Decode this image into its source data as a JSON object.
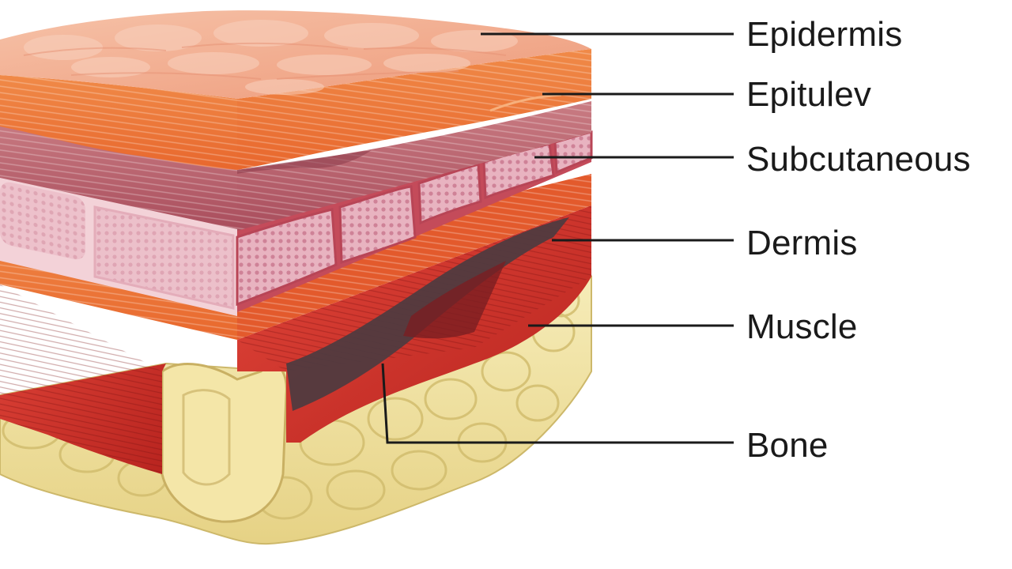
{
  "diagram": {
    "labels": [
      "Epidermis",
      "Epitulev",
      "Subcutaneous",
      "Dermis",
      "Muscle",
      "Bone"
    ]
  },
  "colors": {
    "epidermis_top": "#f2b093",
    "orange_layer": "#ee7a3c",
    "dermis_band": "#b45a68",
    "fat_cells": "#e9b6c3",
    "muscle_red": "#d3322a",
    "tendon_dark": "#4a3a3e",
    "bone_yellow": "#f1e3a3",
    "leader_line": "#1a1a1a"
  }
}
